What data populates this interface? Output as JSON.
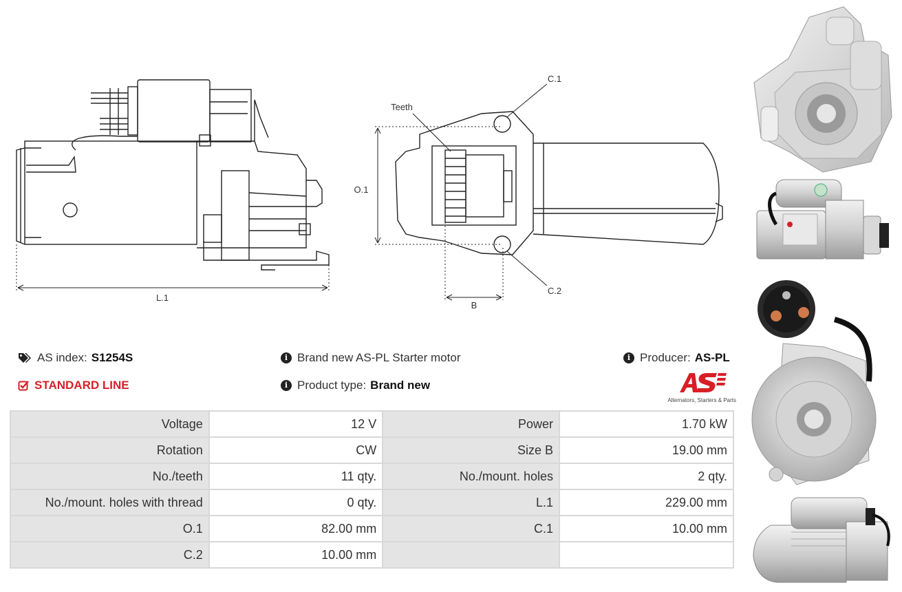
{
  "drawing": {
    "label_l1": "L.1",
    "label_o1": "O.1",
    "label_c1": "C.1",
    "label_c2": "C.2",
    "label_teeth": "Teeth",
    "label_b": "B"
  },
  "info": {
    "as_index_label": "AS index:",
    "as_index_value": "S1254S",
    "line_label": "STANDARD LINE",
    "description": "Brand new AS-PL Starter motor",
    "product_type_label": "Product type:",
    "product_type_value": "Brand new",
    "producer_label": "Producer:",
    "producer_value": "AS-PL"
  },
  "logo": {
    "mark": "AS",
    "tagline": "Alternators, Starters & Parts"
  },
  "specs": [
    [
      {
        "label": "Voltage",
        "value": "12 V"
      },
      {
        "label": "Power",
        "value": "1.70 kW"
      }
    ],
    [
      {
        "label": "Rotation",
        "value": "CW"
      },
      {
        "label": "Size B",
        "value": "19.00 mm"
      }
    ],
    [
      {
        "label": "No./teeth",
        "value": "11 qty."
      },
      {
        "label": "No./mount. holes",
        "value": "2 qty."
      }
    ],
    [
      {
        "label": "No./mount. holes with thread",
        "value": "0 qty."
      },
      {
        "label": "L.1",
        "value": "229.00 mm"
      }
    ],
    [
      {
        "label": "O.1",
        "value": "82.00 mm"
      },
      {
        "label": "C.1",
        "value": "10.00 mm"
      }
    ],
    [
      {
        "label": "C.2",
        "value": "10.00 mm"
      },
      {
        "label": "",
        "value": ""
      }
    ]
  ],
  "colors": {
    "accent_red": "#d81f26",
    "table_border": "#d8d8d8",
    "label_bg": "#e4e4e4"
  }
}
